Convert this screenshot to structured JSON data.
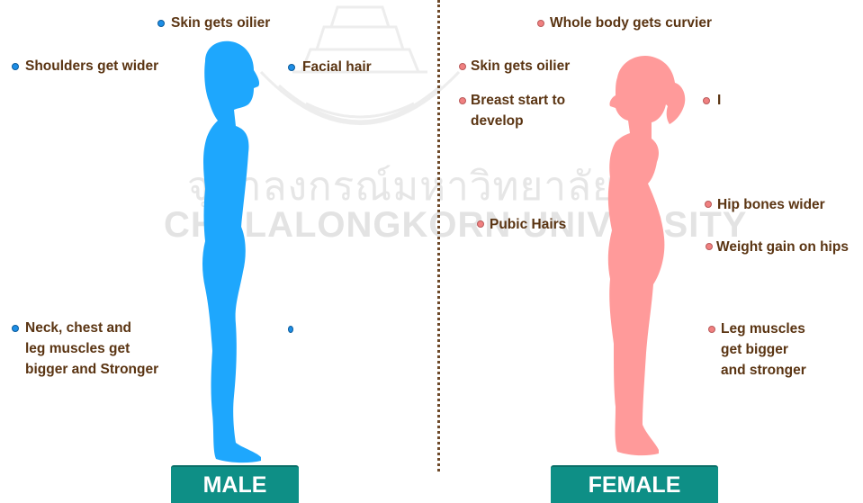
{
  "colors": {
    "male": "#1ea7fd",
    "female": "#ff9a9a",
    "text": "#5a3412",
    "badge": "#0e8f86",
    "divider": "#6e4a2a"
  },
  "watermark": {
    "thai": "จุฬาลงกรณ์มหาวิทยาลัย",
    "university": "CHULALONGKORN UNIVERSITY"
  },
  "male": {
    "badge": "MALE",
    "labels": {
      "skin_oilier": "Skin gets oilier",
      "shoulders": "Shoulders get wider",
      "facial_hair": "Facial hair",
      "neck_line1": "Neck, chest and",
      "neck_line2": "leg muscles get",
      "neck_line3": "bigger and Stronger"
    }
  },
  "female": {
    "badge": "FEMALE",
    "labels": {
      "curvier": "Whole body gets curvier",
      "skin_oilier": "Skin gets oilier",
      "breast_line1": "Breast start to",
      "breast_line2": "develop",
      "cut_label": "I",
      "hip_bones": "Hip bones wider",
      "weight_gain": "Weight gain on hips",
      "pubic_hairs": "Pubic Hairs",
      "leg_line1": "Leg muscles",
      "leg_line2": "get bigger",
      "leg_line3": "and stronger"
    }
  }
}
